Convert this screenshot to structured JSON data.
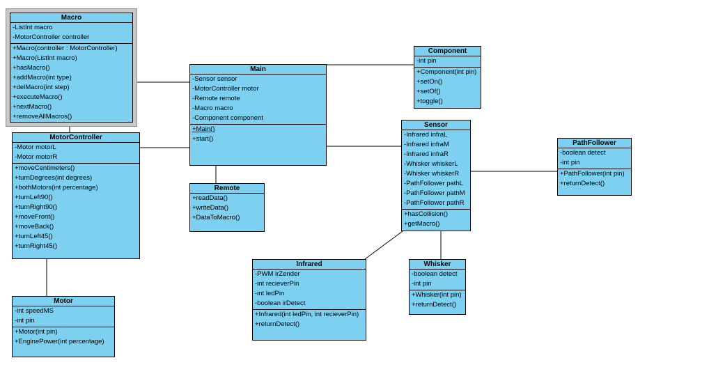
{
  "colors": {
    "class_fill": "#7ed0f0",
    "class_border": "#000000",
    "selection_frame": "#c9c9c9",
    "canvas_background": "#ffffff"
  },
  "classes": {
    "macro": {
      "title": "Macro",
      "selected": true,
      "attributes": [
        "-ListInt macro",
        "-MotorController controller"
      ],
      "methods": [
        "+Macro(controller : MotorController)",
        "+Macro(ListInt macro)",
        "+hasMacro()",
        "+addMacro(int type)",
        "+delMacro(int step)",
        "+executeMacro()",
        "+nextMacro()",
        "+removeAllMacros()"
      ]
    },
    "motorcontroller": {
      "title": "MotorController",
      "attributes": [
        "-Motor motorL",
        "-Motor motorR"
      ],
      "methods": [
        "+moveCentimeters()",
        "+turnDegrees(int degrees)",
        "+bothMotors(int percentage)",
        "+turnLeft90()",
        "+turnRight90()",
        "+moveFront()",
        "+moveBack()",
        "+turnLeft45()",
        "+turnRight45()"
      ]
    },
    "motor": {
      "title": "Motor",
      "attributes": [
        "-int speedMS",
        "-int pin"
      ],
      "methods": [
        "+Motor(int pin)",
        "+EnginePower(int percentage)"
      ]
    },
    "main": {
      "title": "Main",
      "attributes": [
        "-Sensor sensor",
        "-MotorController motor",
        "-Remote remote",
        "-Macro macro",
        "-Component component"
      ],
      "methods": [
        {
          "text": "+Main()",
          "underline": true
        },
        "+start()"
      ]
    },
    "remote": {
      "title": "Remote",
      "attributes": [],
      "methods": [
        "+readData()",
        "+writeData()",
        "+DataToMacro()"
      ]
    },
    "component": {
      "title": "Component",
      "attributes": [
        "-int pin"
      ],
      "methods": [
        "+Component(int pin)",
        "+setOn()",
        "+setOf()",
        "+toggle()"
      ]
    },
    "sensor": {
      "title": "Sensor",
      "attributes": [
        "-Infrared infraL",
        "-Infrared infraM",
        "-Infrared infraR",
        "-Whisker whiskerL",
        "-Whisker whiskerR",
        "-PathFollower pathL",
        "-PathFollower pathM",
        "-PathFollower pathR"
      ],
      "methods": [
        "+hasCollision()",
        "+getMacro()"
      ]
    },
    "pathfollower": {
      "title": "PathFollower",
      "attributes": [
        "-boolean detect",
        "-int pin"
      ],
      "methods": [
        "+PathFollower(int pin)",
        "+returnDetect()"
      ]
    },
    "infrared": {
      "title": "Infrared",
      "attributes": [
        "-PWM irZender",
        "-int recieverPin",
        "-int ledPin",
        "-boolean irDetect"
      ],
      "methods": [
        "+Infrared(int ledPin, int recieverPin)",
        "+returnDetect()"
      ]
    },
    "whisker": {
      "title": "Whisker",
      "attributes": [
        "-boolean detect",
        "-int pin"
      ],
      "methods": [
        "+Whisker(int pin)",
        "+returnDetect()"
      ]
    }
  },
  "relationships": [
    {
      "from": "Macro",
      "to": "MotorController"
    },
    {
      "from": "Macro",
      "to": "Main"
    },
    {
      "from": "MotorController",
      "to": "Main"
    },
    {
      "from": "MotorController",
      "to": "Motor"
    },
    {
      "from": "Main",
      "to": "Component"
    },
    {
      "from": "Main",
      "to": "Sensor"
    },
    {
      "from": "Main",
      "to": "Remote"
    },
    {
      "from": "Sensor",
      "to": "PathFollower"
    },
    {
      "from": "Sensor",
      "to": "Infrared"
    },
    {
      "from": "Sensor",
      "to": "Whisker"
    }
  ]
}
